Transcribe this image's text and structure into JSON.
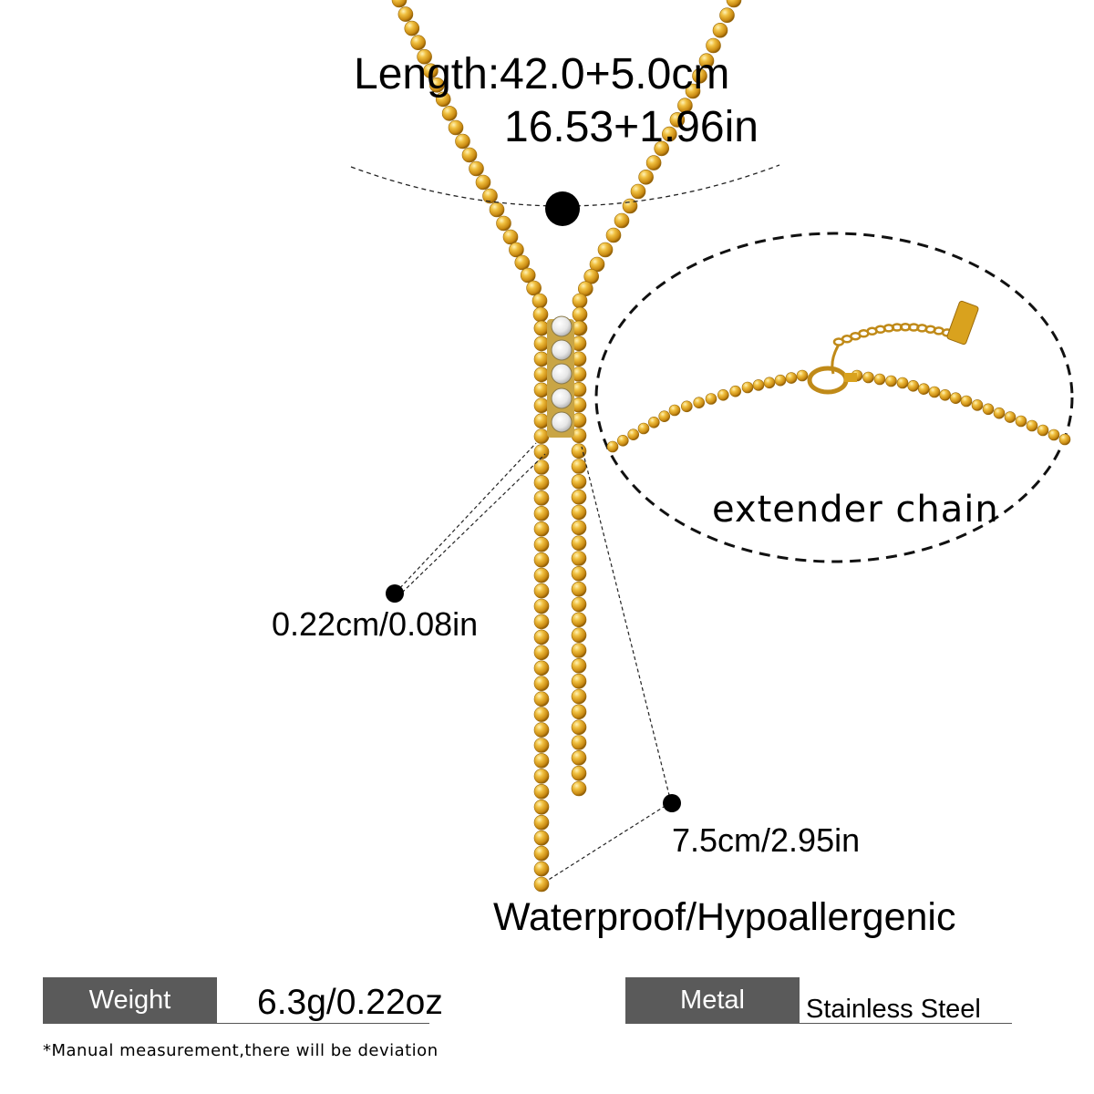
{
  "measurements": {
    "length_cm": "Length:42.0+5.0cm",
    "length_in": "16.53+1.96in",
    "bead_size": "0.22cm/0.08in",
    "tassel_length": "7.5cm/2.95in"
  },
  "callouts": {
    "extender_chain": "extender chain",
    "features": "Waterproof/Hypoallergenic"
  },
  "specs": {
    "weight_label": "Weight",
    "weight_value": "6.3g/0.22oz",
    "metal_label": "Metal",
    "metal_value": "Stainless Steel"
  },
  "footnote": "*Manual measurement,there will be deviation",
  "colors": {
    "gold": "#d9a21e",
    "spec_tag_bg": "#5a5a5a",
    "text": "#000000"
  }
}
